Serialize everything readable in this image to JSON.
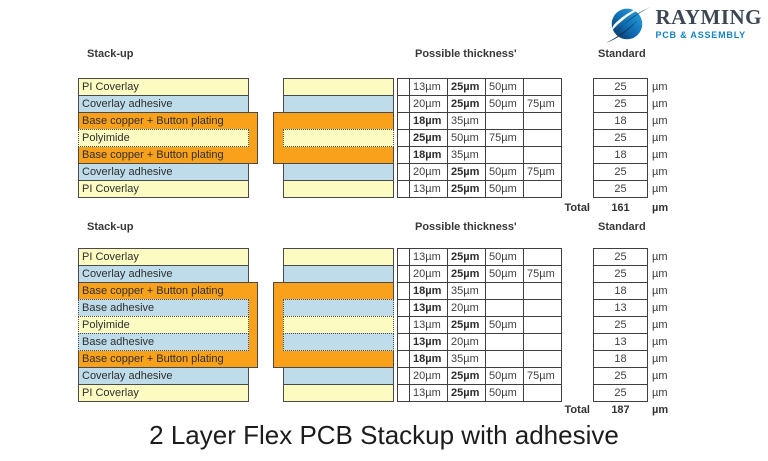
{
  "logo": {
    "brand": "RAYMING",
    "tagline": "PCB & ASSEMBLY"
  },
  "title": "2 Layer Flex PCB Stackup with adhesive",
  "colors": {
    "yellow": "#FCFCC2",
    "blue": "#BEDCEA",
    "orange": "#F9A11B"
  },
  "sections": [
    {
      "stackup_label": "Stack-up",
      "thickness_label": "Possible thickness'",
      "standard_label": "Standard",
      "total_label": "Total",
      "total_value": "161",
      "total_unit": "µm",
      "unit_label": "µm",
      "rows": [
        {
          "name": "PI Coverlay",
          "color": "yellow",
          "inner": false,
          "standard": "25",
          "thickness": [
            {
              "t": "13µm",
              "b": 0
            },
            {
              "t": "25µm",
              "b": 1
            },
            {
              "t": "50µm",
              "b": 0
            },
            {
              "t": "",
              "b": 0
            }
          ]
        },
        {
          "name": "Coverlay adhesive",
          "color": "blue",
          "inner": false,
          "standard": "25",
          "thickness": [
            {
              "t": "20µm",
              "b": 0
            },
            {
              "t": "25µm",
              "b": 1
            },
            {
              "t": "50µm",
              "b": 0
            },
            {
              "t": "75µm",
              "b": 0
            }
          ]
        },
        {
          "name": "Base copper + Button plating",
          "color": "orange",
          "inner": false,
          "standard": "18",
          "thickness": [
            {
              "t": "18µm",
              "b": 1
            },
            {
              "t": "35µm",
              "b": 0
            },
            {
              "t": "",
              "b": 0
            },
            {
              "t": "",
              "b": 0
            }
          ]
        },
        {
          "name": "Polyimide",
          "color": "yellow",
          "inner": true,
          "standard": "25",
          "thickness": [
            {
              "t": "25µm",
              "b": 1
            },
            {
              "t": "50µm",
              "b": 0
            },
            {
              "t": "75µm",
              "b": 0
            },
            {
              "t": "",
              "b": 0
            }
          ]
        },
        {
          "name": "Base copper + Button plating",
          "color": "orange",
          "inner": false,
          "standard": "18",
          "thickness": [
            {
              "t": "18µm",
              "b": 1
            },
            {
              "t": "35µm",
              "b": 0
            },
            {
              "t": "",
              "b": 0
            },
            {
              "t": "",
              "b": 0
            }
          ]
        },
        {
          "name": "Coverlay adhesive",
          "color": "blue",
          "inner": false,
          "standard": "25",
          "thickness": [
            {
              "t": "20µm",
              "b": 0
            },
            {
              "t": "25µm",
              "b": 1
            },
            {
              "t": "50µm",
              "b": 0
            },
            {
              "t": "75µm",
              "b": 0
            }
          ]
        },
        {
          "name": "PI Coverlay",
          "color": "yellow",
          "inner": false,
          "standard": "25",
          "thickness": [
            {
              "t": "13µm",
              "b": 0
            },
            {
              "t": "25µm",
              "b": 1
            },
            {
              "t": "50µm",
              "b": 0
            },
            {
              "t": "",
              "b": 0
            }
          ]
        }
      ]
    },
    {
      "stackup_label": "Stack-up",
      "thickness_label": "Possible thickness'",
      "standard_label": "Standard",
      "total_label": "Total",
      "total_value": "187",
      "total_unit": "µm",
      "unit_label": "µm",
      "rows": [
        {
          "name": "PI Coverlay",
          "color": "yellow",
          "inner": false,
          "standard": "25",
          "thickness": [
            {
              "t": "13µm",
              "b": 0
            },
            {
              "t": "25µm",
              "b": 1
            },
            {
              "t": "50µm",
              "b": 0
            },
            {
              "t": "",
              "b": 0
            }
          ]
        },
        {
          "name": "Coverlay adhesive",
          "color": "blue",
          "inner": false,
          "standard": "25",
          "thickness": [
            {
              "t": "20µm",
              "b": 0
            },
            {
              "t": "25µm",
              "b": 1
            },
            {
              "t": "50µm",
              "b": 0
            },
            {
              "t": "75µm",
              "b": 0
            }
          ]
        },
        {
          "name": "Base copper + Button plating",
          "color": "orange",
          "inner": false,
          "standard": "18",
          "thickness": [
            {
              "t": "18µm",
              "b": 1
            },
            {
              "t": "35µm",
              "b": 0
            },
            {
              "t": "",
              "b": 0
            },
            {
              "t": "",
              "b": 0
            }
          ]
        },
        {
          "name": "Base adhesive",
          "color": "blue",
          "inner": true,
          "standard": "13",
          "thickness": [
            {
              "t": "13µm",
              "b": 1
            },
            {
              "t": "20µm",
              "b": 0
            },
            {
              "t": "",
              "b": 0
            },
            {
              "t": "",
              "b": 0
            }
          ]
        },
        {
          "name": "Polyimide",
          "color": "yellow",
          "inner": true,
          "standard": "25",
          "thickness": [
            {
              "t": "13µm",
              "b": 0
            },
            {
              "t": "25µm",
              "b": 1
            },
            {
              "t": "50µm",
              "b": 0
            },
            {
              "t": "",
              "b": 0
            }
          ]
        },
        {
          "name": "Base adhesive",
          "color": "blue",
          "inner": true,
          "standard": "13",
          "thickness": [
            {
              "t": "13µm",
              "b": 1
            },
            {
              "t": "20µm",
              "b": 0
            },
            {
              "t": "",
              "b": 0
            },
            {
              "t": "",
              "b": 0
            }
          ]
        },
        {
          "name": "Base copper + Button plating",
          "color": "orange",
          "inner": false,
          "standard": "18",
          "thickness": [
            {
              "t": "18µm",
              "b": 1
            },
            {
              "t": "35µm",
              "b": 0
            },
            {
              "t": "",
              "b": 0
            },
            {
              "t": "",
              "b": 0
            }
          ]
        },
        {
          "name": "Coverlay adhesive",
          "color": "blue",
          "inner": false,
          "standard": "25",
          "thickness": [
            {
              "t": "20µm",
              "b": 0
            },
            {
              "t": "25µm",
              "b": 1
            },
            {
              "t": "50µm",
              "b": 0
            },
            {
              "t": "75µm",
              "b": 0
            }
          ]
        },
        {
          "name": "PI Coverlay",
          "color": "yellow",
          "inner": false,
          "standard": "25",
          "thickness": [
            {
              "t": "13µm",
              "b": 0
            },
            {
              "t": "25µm",
              "b": 1
            },
            {
              "t": "50µm",
              "b": 0
            },
            {
              "t": "",
              "b": 0
            }
          ]
        }
      ]
    }
  ]
}
